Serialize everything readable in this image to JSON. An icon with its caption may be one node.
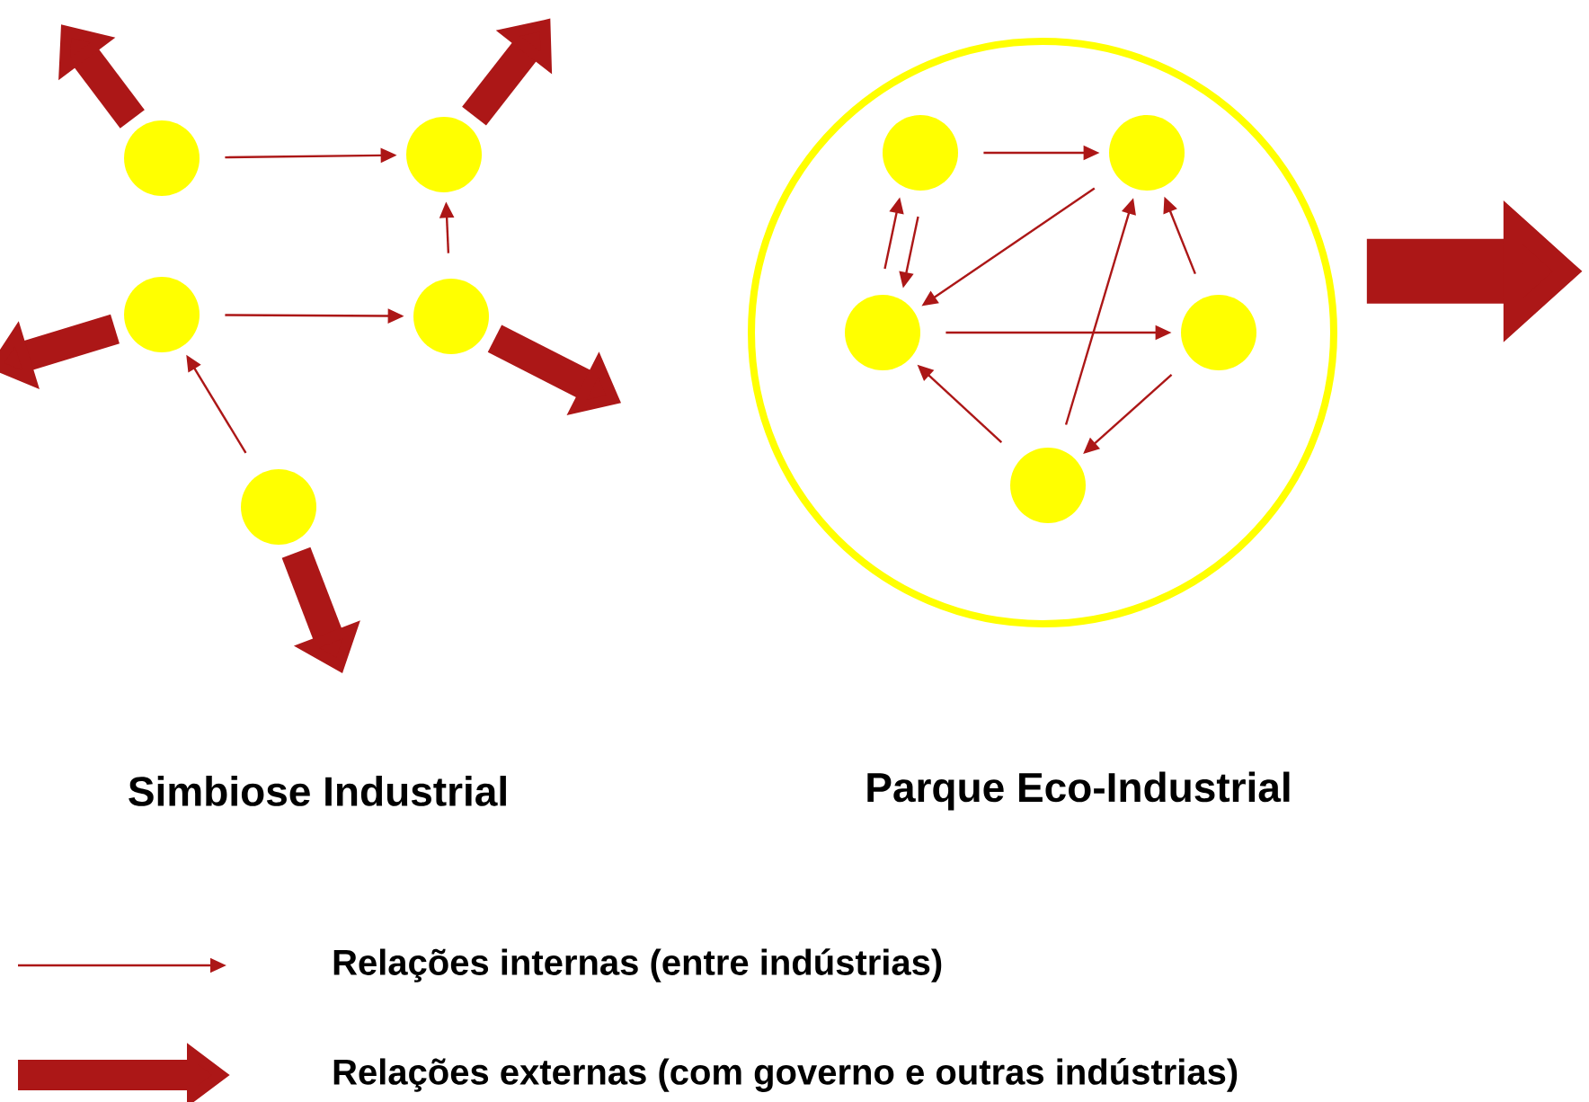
{
  "diagram": {
    "nodes": [
      {
        "text": [],
        "shape": "circle"
      },
      {
        "text": [],
        "shape": "circle"
      },
      {
        "text": [],
        "shape": "circle"
      },
      {
        "text": [],
        "shape": "circle"
      },
      {
        "text": [],
        "shape": "circle"
      },
      {
        "text": [],
        "shape": "circle"
      },
      {
        "text": [],
        "shape": "circle",
        "in": 5
      },
      {
        "text": [],
        "shape": "circle",
        "in": 5
      },
      {
        "text": [],
        "shape": "circle",
        "in": 5
      },
      {
        "text": [],
        "shape": "circle",
        "in": 5
      },
      {
        "text": [],
        "shape": "circle",
        "in": 5
      }
    ],
    "edges": [
      {
        "from": 0,
        "to": 1,
        "arrow": "to"
      },
      {
        "from": 3,
        "to": 1,
        "arrow": "to"
      },
      {
        "from": 2,
        "to": 3,
        "arrow": "to"
      },
      {
        "from": 4,
        "to": 2,
        "arrow": "to"
      },
      {
        "from": 0,
        "to": null,
        "arrow": "to",
        "style": "thick"
      },
      {
        "from": 1,
        "to": null,
        "arrow": "to",
        "style": "thick"
      },
      {
        "from": 2,
        "to": null,
        "arrow": "to",
        "style": "thick"
      },
      {
        "from": 3,
        "to": null,
        "arrow": "to",
        "style": "thick"
      },
      {
        "from": 4,
        "to": null,
        "arrow": "to",
        "style": "thick"
      },
      {
        "from": 6,
        "to": 7,
        "arrow": "to"
      },
      {
        "from": 8,
        "to": 6,
        "arrow": "to"
      },
      {
        "from": 6,
        "to": 8,
        "arrow": "to"
      },
      {
        "from": 7,
        "to": 8,
        "arrow": "to"
      },
      {
        "from": 8,
        "to": 9,
        "arrow": "to"
      },
      {
        "from": 10,
        "to": 7,
        "arrow": "to"
      },
      {
        "from": 9,
        "to": 7,
        "arrow": "to"
      },
      {
        "from": 10,
        "to": 8,
        "arrow": "to"
      },
      {
        "from": 9,
        "to": 10,
        "arrow": "to"
      },
      {
        "from": 5,
        "to": null,
        "arrow": "to",
        "style": "thick"
      }
    ],
    "labels": [
      "Simbiose Industrial",
      "Parque Eco-Industrial"
    ],
    "legend": [
      {
        "text": "Relações internas (entre indústrias)"
      },
      {
        "text": "Relações externas (com governo e outras indústrias)"
      }
    ]
  }
}
